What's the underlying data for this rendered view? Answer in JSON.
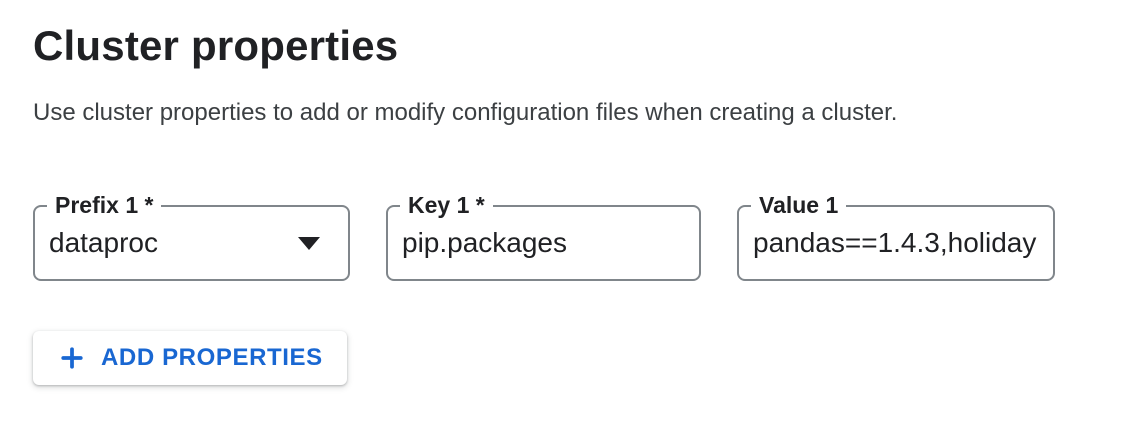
{
  "page": {
    "title": "Cluster properties",
    "description": "Use cluster properties to add or modify configuration files when creating a cluster."
  },
  "properties_form": {
    "fields": [
      {
        "label": "Prefix 1 *",
        "value": "dataproc",
        "type": "select",
        "required": true
      },
      {
        "label": "Key 1 *",
        "value": "pip.packages",
        "type": "text",
        "required": true
      },
      {
        "label": "Value 1",
        "value": "pandas==1.4.3,holiday",
        "type": "text",
        "required": false
      }
    ],
    "add_button": {
      "label": "ADD PROPERTIES",
      "icon": "plus-icon"
    }
  },
  "colors": {
    "accent_blue": "#1967d2",
    "field_border_gray": "#80868b",
    "text_primary": "#202124",
    "text_secondary": "#3c4043",
    "background": "#ffffff"
  }
}
